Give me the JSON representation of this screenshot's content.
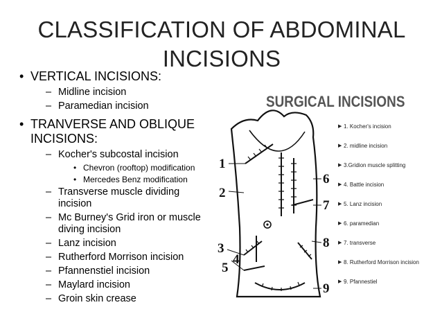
{
  "title": "CLASSIFICATION OF ABDOMINAL INCISIONS",
  "sections": [
    {
      "label": "VERTICAL INCISIONS:",
      "items": [
        {
          "text": "Midline incision"
        },
        {
          "text": "Paramedian incision"
        }
      ]
    },
    {
      "label": "TRANVERSE AND OBLIQUE INCISIONS:",
      "items": [
        {
          "text": "Kocher's subcostal incision",
          "subitems": [
            "Chevron (rooftop) modification",
            "Mercedes Benz modification"
          ]
        },
        {
          "text": "Transverse muscle dividing incision"
        },
        {
          "text": "Mc Burney's Grid iron or muscle diving incision"
        },
        {
          "text": "Lanz incision"
        },
        {
          "text": "Rutherford Morrison incision"
        },
        {
          "text": "Pfannenstiel incision"
        },
        {
          "text": "Maylard incision"
        },
        {
          "text": "Groin skin crease"
        }
      ]
    }
  ],
  "figure": {
    "title": "SURGICAL INCISIONS",
    "legend": [
      "1. Kocher's incision",
      "2. midline incision",
      "3.Gridion muscle splitting",
      "4. Battle incision",
      "5. Lanz incision",
      "6. paramedian",
      "7. transverse",
      "8. Rutherford Morrison incision",
      "9. Pfannestiel"
    ],
    "numbers": [
      "1",
      "2",
      "3",
      "4",
      "5",
      "6",
      "7",
      "8",
      "9"
    ],
    "legend_arrow_icon": "arrow-right-icon"
  }
}
